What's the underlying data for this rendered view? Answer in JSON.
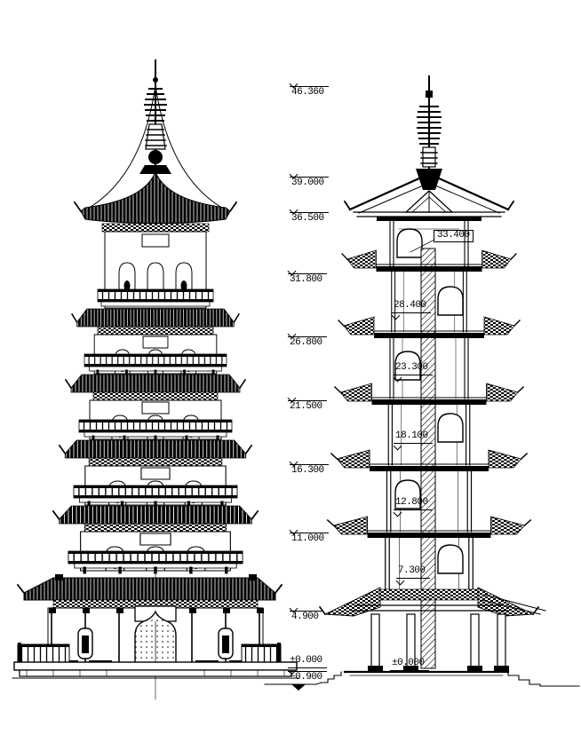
{
  "drawing": {
    "paper_color": "#ffffff",
    "ink_color": "#000000",
    "left_levels": [
      {
        "label": "46.360"
      },
      {
        "label": "39.000"
      },
      {
        "label": "36.500"
      },
      {
        "label": "31.800"
      },
      {
        "label": "26.800"
      },
      {
        "label": "21.500"
      },
      {
        "label": "16.300"
      },
      {
        "label": "11.000"
      },
      {
        "label": "4.900"
      },
      {
        "label": "±0.000"
      },
      {
        "label": "−0.900"
      }
    ],
    "section_levels": [
      {
        "label": "33.400"
      },
      {
        "label": "28.400"
      },
      {
        "label": "23.300"
      },
      {
        "label": "18.100"
      },
      {
        "label": "12.800"
      },
      {
        "label": "7.300"
      },
      {
        "label": "±0.000"
      }
    ]
  }
}
